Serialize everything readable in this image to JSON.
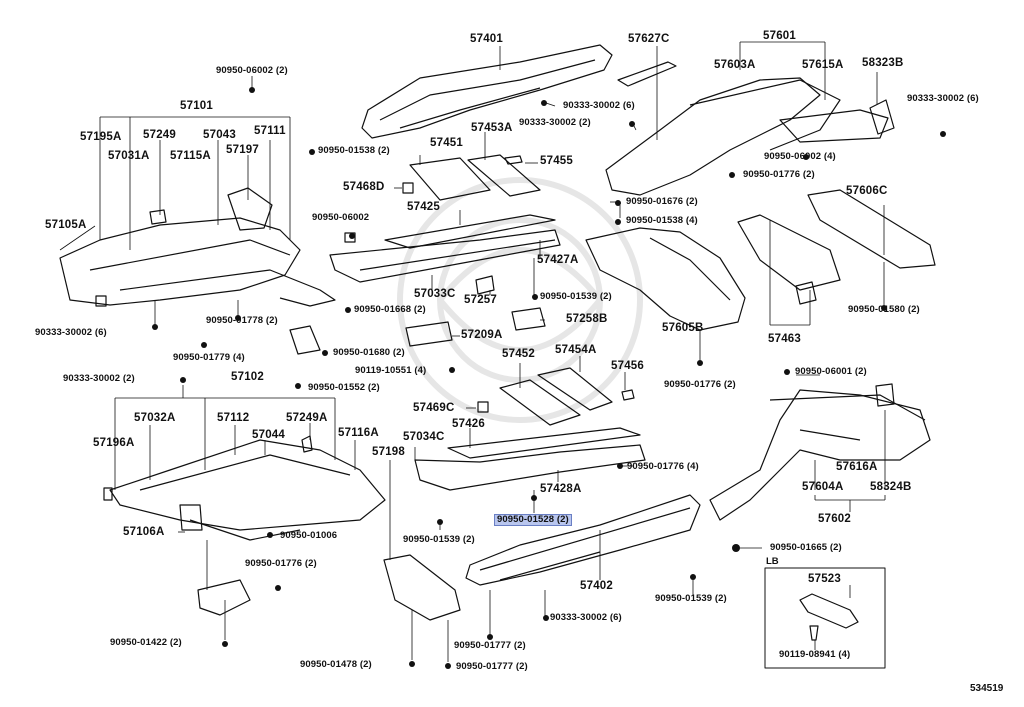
{
  "labels": {
    "p57401": "57401",
    "p57627c": "57627C",
    "p57601": "57601",
    "p57603a": "57603A",
    "p57615a": "57615A",
    "p58323b": "58323B",
    "p57101": "57101",
    "p57195a": "57195A",
    "p57249": "57249",
    "p57043": "57043",
    "p57111": "57111",
    "p57031a": "57031A",
    "p57115a": "57115A",
    "p57197": "57197",
    "p57105a": "57105A",
    "p57451": "57451",
    "p57453a": "57453A",
    "p57455": "57455",
    "p57468d": "57468D",
    "p57425": "57425",
    "p57427a": "57427A",
    "p57033c": "57033C",
    "p57257": "57257",
    "p57258b": "57258B",
    "p57209a": "57209A",
    "p57605b": "57605B",
    "p57463": "57463",
    "p57606c": "57606C",
    "p57102": "57102",
    "p57032a": "57032A",
    "p57112": "57112",
    "p57249a": "57249A",
    "p57044": "57044",
    "p57116a": "57116A",
    "p57196a": "57196A",
    "p57198": "57198",
    "p57106a": "57106A",
    "p57452": "57452",
    "p57454a": "57454A",
    "p57456": "57456",
    "p57469c": "57469C",
    "p57426": "57426",
    "p57034c": "57034C",
    "p57428a": "57428A",
    "p57402": "57402",
    "p57616a": "57616A",
    "p57604a": "57604A",
    "p58324b": "58324B",
    "p57602": "57602",
    "p57523": "57523",
    "f_06002_top": "90950-06002 (2)",
    "f_33_30002_6_right": "90333-30002 (6)",
    "f_33_30002_2_mid": "90333-30002 (2)",
    "f_33_30002_6_topright": "90333-30002 (6)",
    "f_01538_2": "90950-01538 (2)",
    "f_06002": "90950-06002",
    "f_06002_4": "90950-06002 (4)",
    "f_01776_2_a": "90950-01776 (2)",
    "f_01676_2": "90950-01676 (2)",
    "f_01538_4": "90950-01538 (4)",
    "f_01539_2_a": "90950-01539 (2)",
    "f_01580_2": "90950-01580 (2)",
    "f_01668_2": "90950-01668 (2)",
    "f_01778_2": "90950-01778 (2)",
    "f_33_30002_6_left": "90333-30002 (6)",
    "f_01779_4": "90950-01779 (4)",
    "f_01680_2": "90950-01680 (2)",
    "f_10551_4": "90119-10551 (4)",
    "f_01552_2": "90950-01552 (2)",
    "f_33_30002_2_left": "90333-30002 (2)",
    "f_01776_2_b": "90950-01776 (2)",
    "f_06001_2": "90950-06001 (2)",
    "f_01776_4": "90950-01776 (4)",
    "f_01528_2": "90950-01528 (2)",
    "f_01006": "90950-01006",
    "f_01539_2_b": "90950-01539 (2)",
    "f_01665_2": "90950-01665 (2)",
    "f_01776_2_c": "90950-01776 (2)",
    "f_01539_2_c": "90950-01539 (2)",
    "f_33_30002_6_bottom": "90333-30002 (6)",
    "f_01422_2": "90950-01422 (2)",
    "f_01777_2_a": "90950-01777 (2)",
    "f_01478_2": "90950-01478 (2)",
    "f_01777_2_b": "90950-01777 (2)",
    "f_08941_4": "90119-08941 (4)",
    "lb": "LB",
    "ref": "534519"
  },
  "colors": {
    "line": "#111111",
    "highlight": "#b9c6ee",
    "watermark": "#e4e4e4"
  }
}
